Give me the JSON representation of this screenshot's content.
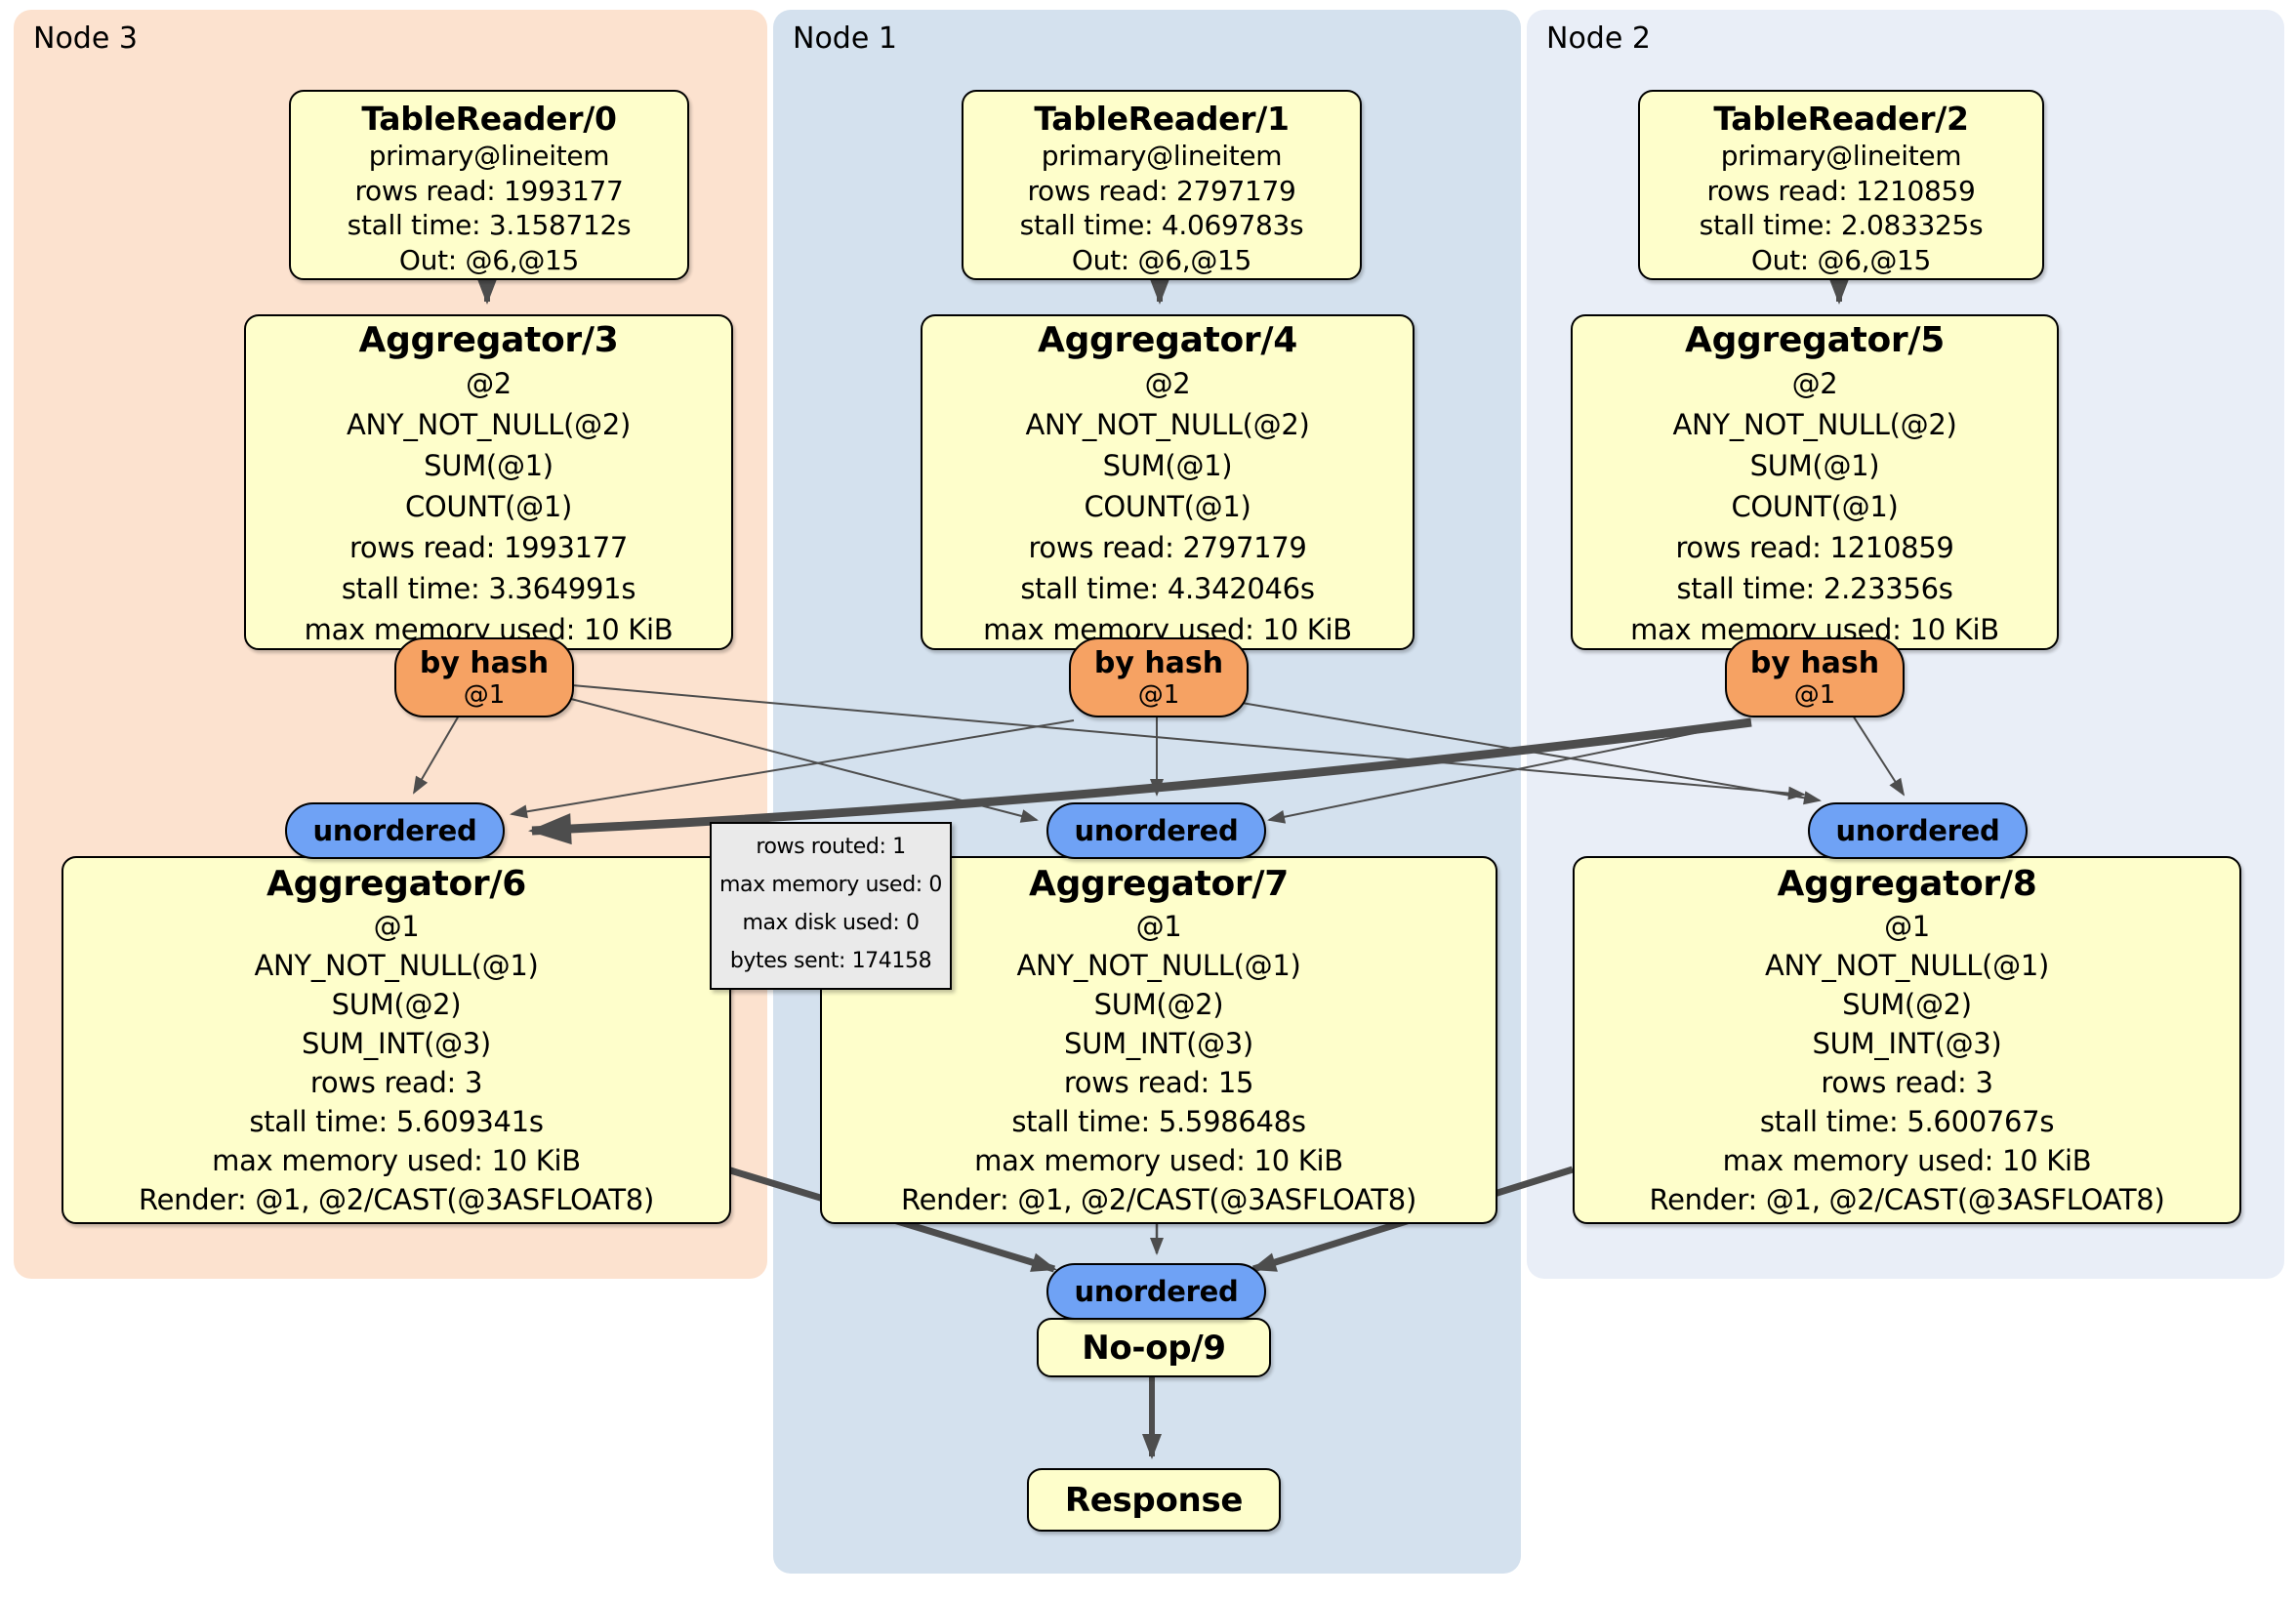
{
  "regions": [
    {
      "id": "node3",
      "label": "Node 3"
    },
    {
      "id": "node1",
      "label": "Node 1"
    },
    {
      "id": "node2",
      "label": "Node 2"
    }
  ],
  "processors": {
    "tr0": {
      "title": "TableReader/0",
      "lines": [
        "primary@lineitem",
        "rows read: 1993177",
        "stall time: 3.158712s",
        "Out: @6,@15"
      ]
    },
    "tr1": {
      "title": "TableReader/1",
      "lines": [
        "primary@lineitem",
        "rows read: 2797179",
        "stall time: 4.069783s",
        "Out: @6,@15"
      ]
    },
    "tr2": {
      "title": "TableReader/2",
      "lines": [
        "primary@lineitem",
        "rows read: 1210859",
        "stall time: 2.083325s",
        "Out: @6,@15"
      ]
    },
    "agg3": {
      "title": "Aggregator/3",
      "lines": [
        "@2",
        "ANY_NOT_NULL(@2)",
        "SUM(@1)",
        "COUNT(@1)",
        "rows read: 1993177",
        "stall time: 3.364991s",
        "max memory used: 10 KiB"
      ]
    },
    "agg4": {
      "title": "Aggregator/4",
      "lines": [
        "@2",
        "ANY_NOT_NULL(@2)",
        "SUM(@1)",
        "COUNT(@1)",
        "rows read: 2797179",
        "stall time: 4.342046s",
        "max memory used: 10 KiB"
      ]
    },
    "agg5": {
      "title": "Aggregator/5",
      "lines": [
        "@2",
        "ANY_NOT_NULL(@2)",
        "SUM(@1)",
        "COUNT(@1)",
        "rows read: 1210859",
        "stall time: 2.23356s",
        "max memory used: 10 KiB"
      ]
    },
    "agg6": {
      "title": "Aggregator/6",
      "lines": [
        "@1",
        "ANY_NOT_NULL(@1)",
        "SUM(@2)",
        "SUM_INT(@3)",
        "rows read: 3",
        "stall time: 5.609341s",
        "max memory used: 10 KiB",
        "Render: @1, @2/CAST(@3ASFLOAT8)"
      ]
    },
    "agg7": {
      "title": "Aggregator/7",
      "lines": [
        "@1",
        "ANY_NOT_NULL(@1)",
        "SUM(@2)",
        "SUM_INT(@3)",
        "rows read: 15",
        "stall time: 5.598648s",
        "max memory used: 10 KiB",
        "Render: @1, @2/CAST(@3ASFLOAT8)"
      ]
    },
    "agg8": {
      "title": "Aggregator/8",
      "lines": [
        "@1",
        "ANY_NOT_NULL(@1)",
        "SUM(@2)",
        "SUM_INT(@3)",
        "rows read: 3",
        "stall time: 5.600767s",
        "max memory used: 10 KiB",
        "Render: @1, @2/CAST(@3ASFLOAT8)"
      ]
    },
    "noop": {
      "title": "No-op/9"
    },
    "response": {
      "title": "Response"
    }
  },
  "routers": {
    "by_hash": {
      "label": "by hash",
      "stream": "@1"
    },
    "unordered": {
      "label": "unordered"
    }
  },
  "tooltip": {
    "lines": [
      "rows routed: 1",
      "max memory used: 0",
      "max disk used: 0",
      "bytes sent: 174158"
    ]
  },
  "edges": [
    {
      "from": "tr0",
      "to": "agg3"
    },
    {
      "from": "tr1",
      "to": "agg4"
    },
    {
      "from": "tr2",
      "to": "agg5"
    },
    {
      "from": "byhash-node3",
      "to": "unordered-node3"
    },
    {
      "from": "byhash-node3",
      "to": "unordered-node1"
    },
    {
      "from": "byhash-node3",
      "to": "unordered-node2"
    },
    {
      "from": "byhash-node1",
      "to": "unordered-node3"
    },
    {
      "from": "byhash-node1",
      "to": "unordered-node1"
    },
    {
      "from": "byhash-node1",
      "to": "unordered-node2"
    },
    {
      "from": "byhash-node2",
      "to": "unordered-node3",
      "emphasis": "thick"
    },
    {
      "from": "byhash-node2",
      "to": "unordered-node1"
    },
    {
      "from": "byhash-node2",
      "to": "unordered-node2"
    },
    {
      "from": "agg6",
      "to": "unordered-noop",
      "emphasis": "thick"
    },
    {
      "from": "agg7",
      "to": "unordered-noop"
    },
    {
      "from": "agg8",
      "to": "unordered-noop",
      "emphasis": "thick"
    },
    {
      "from": "noop",
      "to": "response"
    }
  ],
  "colors": {
    "node3_bg": "#FCE2CF",
    "node1_bg": "#D4E1EE",
    "node2_bg": "#E9EEF7",
    "processor_bg": "#FEFECB",
    "hash_router_bg": "#F6A263",
    "unordered_router_bg": "#6FA2F5",
    "tooltip_bg": "#EAEAEA",
    "edge": "#4D4D4D"
  }
}
